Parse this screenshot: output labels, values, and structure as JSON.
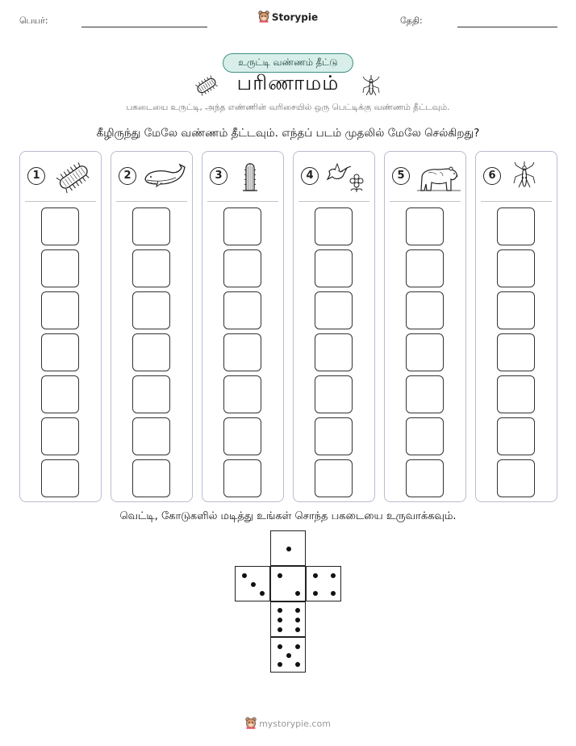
{
  "header": {
    "name_label": "பெயர்:",
    "brand": "Storypie",
    "date_label": "தேதி:"
  },
  "badge": "உருட்டி வண்ணம் தீட்டு",
  "title": "பரிணாமம்",
  "subtitle": "பகடையை உருட்டி, அந்த எண்ணின் வரிசையில் ஒரு பெட்டிக்கு வண்ணம் தீட்டவும்.",
  "instruction": "கீழிருந்து மேலே வண்ணம் தீட்டவும். எந்தப் படம் முதலில் மேலே செல்கிறது?",
  "columns": [
    {
      "number": "1",
      "icon": "bacteria-icon"
    },
    {
      "number": "2",
      "icon": "whale-icon"
    },
    {
      "number": "3",
      "icon": "cactus-icon"
    },
    {
      "number": "4",
      "icon": "bird-flower-icon"
    },
    {
      "number": "5",
      "icon": "polar-bear-icon"
    },
    {
      "number": "6",
      "icon": "mosquito-icon"
    }
  ],
  "boxes_per_column": 7,
  "cut_instruction": "வெட்டி, கோடுகளில் மடித்து உங்கள் சொந்த பகடையை உருவாக்கவும்.",
  "die_faces": [
    1,
    3,
    2,
    4,
    6,
    5
  ],
  "footer": "mystorypie.com",
  "colors": {
    "accent": "#3f8f86",
    "badge_bg": "#d8efe9",
    "column_border": "#b9bcd0"
  }
}
